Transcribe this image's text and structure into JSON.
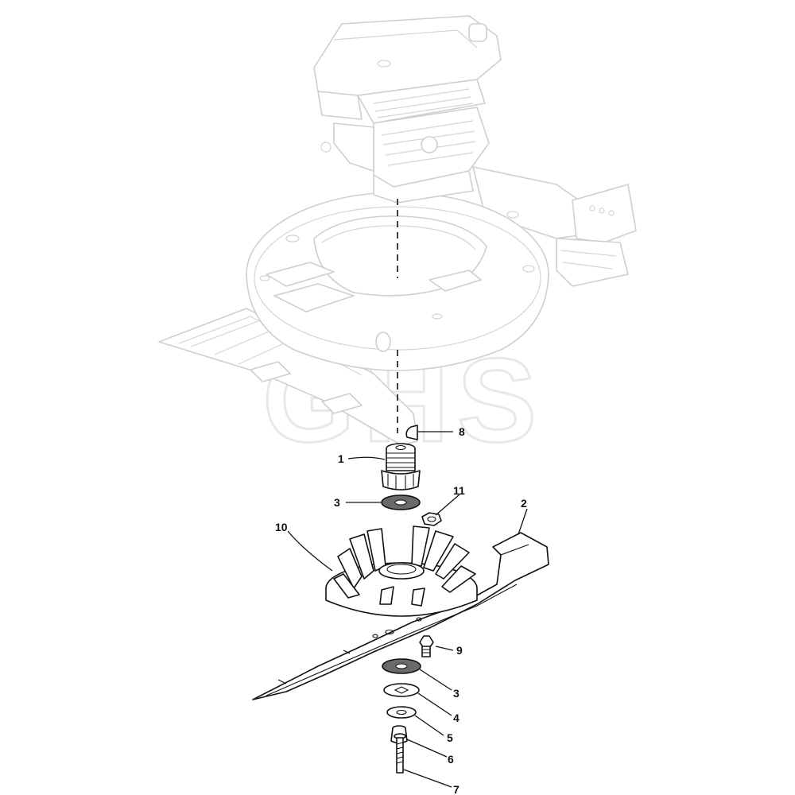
{
  "diagram": {
    "watermark": "GHS",
    "callouts": [
      {
        "id": "c8",
        "label": "8"
      },
      {
        "id": "c1",
        "label": "1"
      },
      {
        "id": "c3a",
        "label": "3"
      },
      {
        "id": "c11",
        "label": "11"
      },
      {
        "id": "c2",
        "label": "2"
      },
      {
        "id": "c10",
        "label": "10"
      },
      {
        "id": "c9",
        "label": "9"
      },
      {
        "id": "c3b",
        "label": "3"
      },
      {
        "id": "c4",
        "label": "4"
      },
      {
        "id": "c5",
        "label": "5"
      },
      {
        "id": "c6",
        "label": "6"
      },
      {
        "id": "c7",
        "label": "7"
      }
    ]
  }
}
